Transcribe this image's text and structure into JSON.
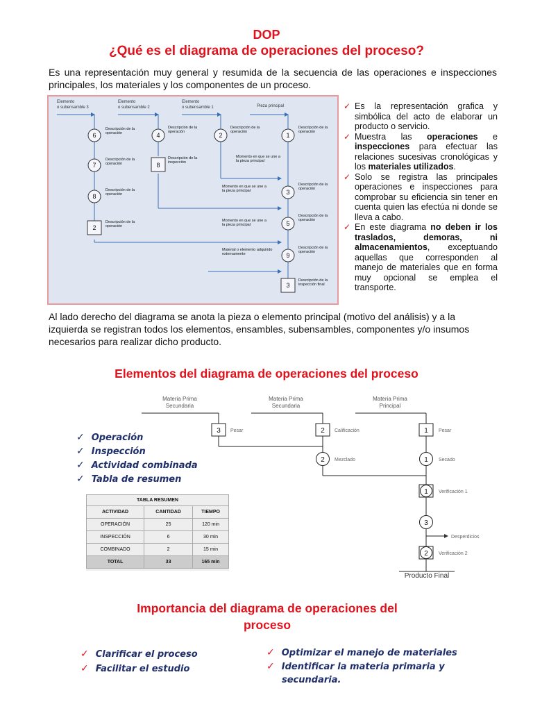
{
  "header": {
    "title": "DOP",
    "question": "¿Qué es el diagrama de operaciones del proceso?"
  },
  "intro": "Es una representación muy general y resumida de la secuencia de las operaciones e inspecciones principales, los materiales y los componentes de un proceso.",
  "fig1": {
    "columns": [
      "Elemento",
      "o subensamble 3",
      "Elemento",
      "o subensamble 2",
      "Elemento",
      "o subensamble 1",
      "Pieza principal"
    ],
    "nodes": [
      "6",
      "4",
      "2",
      "1",
      "7",
      "8",
      "3",
      "8",
      "5",
      "2",
      "9",
      "3"
    ],
    "desc_operacion": "Descripción de la operación",
    "desc_inspeccion": "Descripción de la inspección",
    "desc_inspeccion_final": "Descripción de la inspección final",
    "notes": [
      "Momento en que se une a la pieza principal",
      "Momento en que se une a la pieza principal",
      "Momento en que se une a la pieza principal",
      "Material o elemento adquirido externamente"
    ]
  },
  "bullets1": [
    {
      "parts": [
        [
          "Es la representación grafica y simbólica del acto de elaborar un producto o servicio.",
          false
        ]
      ]
    },
    {
      "parts": [
        [
          "Muestra las ",
          false
        ],
        [
          "operaciones",
          true
        ],
        [
          " e ",
          false
        ],
        [
          "inspecciones",
          true
        ],
        [
          " para efectuar las relaciones sucesivas cronológicas y los ",
          false
        ],
        [
          "materiales utilizados",
          true
        ],
        [
          ".",
          false
        ]
      ]
    },
    {
      "parts": [
        [
          "Solo se registra las principales operaciones e inspecciones para comprobar su eficiencia sin tener en cuenta quien las efectúa ni donde se lleva a cabo.",
          false
        ]
      ]
    },
    {
      "parts": [
        [
          "En este diagrama ",
          false
        ],
        [
          "no deben ir los traslados, demoras, ni almacenamientos",
          true
        ],
        [
          ", exceptuando aquellas que corresponden al manejo de materiales que en forma muy opcional se emplea el transporte.",
          false
        ]
      ]
    }
  ],
  "after_text": "Al lado derecho del diagrama se anota la pieza o elemento principal (motivo del análisis) y a la izquierda se registran todos los elementos, ensambles, subensambles, componentes y/o insumos necesarios para realizar dicho producto.",
  "section2": {
    "title": "Elementos del diagrama de operaciones del proceso",
    "list": [
      "Operación",
      "Inspección",
      "Actividad combinada",
      "Tabla de resumen"
    ]
  },
  "table": {
    "title": "TABLA RESUMEN",
    "headers": [
      "ACTIVIDAD",
      "CANTIDAD",
      "TIEMPO"
    ],
    "rows": [
      [
        "OPERACIÓN",
        "25",
        "120 min"
      ],
      [
        "INSPECCIÓN",
        "6",
        "30 min"
      ],
      [
        "COMBINADO",
        "2",
        "15 min"
      ]
    ],
    "total": [
      "TOTAL",
      "33",
      "165 min"
    ]
  },
  "fig2": {
    "col1_a": "Materia Prima",
    "col1_b": "Secundaria",
    "col2_a": "Materia Prima",
    "col2_b": "Secundaria",
    "col3_a": "Materia Prima",
    "col3_b": "Principal",
    "n3": "3",
    "n2": "2",
    "n1": "1",
    "c2": "2",
    "c1": "1",
    "v1": "1",
    "c3": "3",
    "v2": "2",
    "pesar1": "Pesar",
    "calif": "Calificación",
    "pesar2": "Pesar",
    "mezclado": "Mezclado",
    "secado": "Secado",
    "verif1": "Verificación 1",
    "desperdicios": "Desperdicios",
    "verif2": "Verificación 2",
    "final": "Producto Final"
  },
  "section3": {
    "title_line1": "Importancia del diagrama de operaciones del",
    "title_line2": "proceso",
    "left": [
      "Clarificar el proceso",
      "Facilitar el estudio"
    ],
    "right": [
      "Optimizar el manejo de materiales",
      "Identificar la materia primaria y",
      "secundaria."
    ]
  }
}
